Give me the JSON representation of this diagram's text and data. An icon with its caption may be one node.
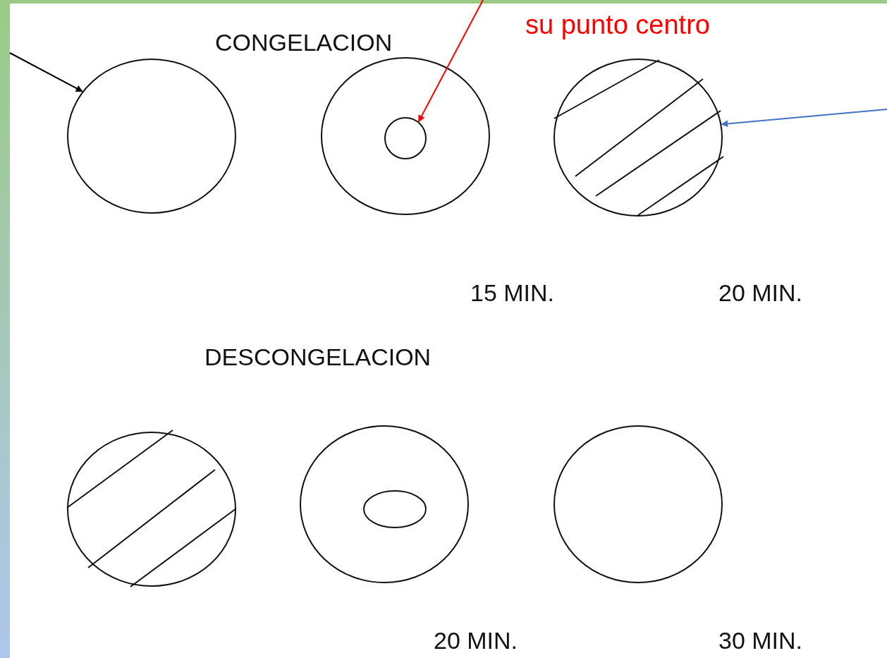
{
  "diagram": {
    "nodes": [
      {
        "text": [],
        "shape": "circle"
      },
      {
        "text": [],
        "shape": "circle"
      },
      {
        "text": [],
        "shape": "circle",
        "in": 1
      },
      {
        "text": [],
        "shape": "circle"
      },
      {
        "text": [],
        "shape": "circle"
      },
      {
        "text": [],
        "shape": "circle"
      },
      {
        "text": [],
        "shape": "circle",
        "in": 5
      },
      {
        "text": [],
        "shape": "circle"
      }
    ],
    "edges": [
      {
        "from": null,
        "to": 0,
        "arrow": "to"
      },
      {
        "from": null,
        "to": 2,
        "arrow": "to",
        "color": "#ff0000"
      },
      {
        "from": null,
        "to": 3,
        "arrow": "to",
        "color": "#4472c4"
      }
    ],
    "labels": [
      "CONGELACION",
      "su punto centro",
      "15 MIN.",
      "20 MIN.",
      "DESCONGELACION",
      "20 MIN.",
      "30 MIN."
    ]
  }
}
